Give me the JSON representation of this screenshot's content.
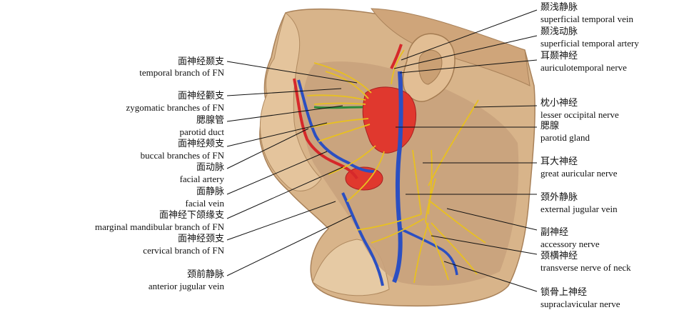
{
  "labels_left": [
    {
      "id": "temporal-branch",
      "zh": "面神经颞支",
      "en": "temporal branch of  FN"
    },
    {
      "id": "zygomatic-branches",
      "zh": "面神经颧支",
      "en": "zygomatic branches of FN"
    },
    {
      "id": "parotid-duct",
      "zh": "腮腺管",
      "en": "parotid duct"
    },
    {
      "id": "buccal-branches",
      "zh": "面神经颊支",
      "en": "buccal branches of FN"
    },
    {
      "id": "facial-artery",
      "zh": "面动脉",
      "en": "facial artery"
    },
    {
      "id": "facial-vein",
      "zh": "面静脉",
      "en": "facial vein"
    },
    {
      "id": "marginal-mandibular-branch",
      "zh": "面神经下颌缘支",
      "en": "marginal mandibular branch of FN"
    },
    {
      "id": "cervical-branch",
      "zh": "面神经颈支",
      "en": "cervical branch of FN"
    },
    {
      "id": "anterior-jugular-vein",
      "zh": "颈前静脉",
      "en": "anterior jugular vein"
    }
  ],
  "labels_right": [
    {
      "id": "superficial-temporal-vein",
      "zh": "颞浅静脉",
      "en": "superficial temporal vein"
    },
    {
      "id": "superficial-temporal-artery",
      "zh": "颞浅动脉",
      "en": "superficial temporal artery"
    },
    {
      "id": "auriculotemporal-nerve",
      "zh": "耳颞神经",
      "en": "auriculotemporal nerve"
    },
    {
      "id": "lesser-occipital-nerve",
      "zh": "枕小神经",
      "en": "lesser occipital nerve"
    },
    {
      "id": "parotid-gland",
      "zh": "腮腺",
      "en": "parotid gland"
    },
    {
      "id": "great-auricular-nerve",
      "zh": "耳大神经",
      "en": "great auricular nerve"
    },
    {
      "id": "external-jugular-vein",
      "zh": "颈外静脉",
      "en": "external jugular vein"
    },
    {
      "id": "accessory-nerve",
      "zh": "副神经",
      "en": "accessory nerve"
    },
    {
      "id": "transverse-nerve-of-neck",
      "zh": "颈横神经",
      "en": "transverse nerve of neck"
    },
    {
      "id": "supraclavicular-nerve",
      "zh": "锁骨上神经",
      "en": "supraclavicular nerve"
    }
  ],
  "colors": {
    "skin": "#d8b48a",
    "skin_dark": "#b88f63",
    "muscle": "#c9a27c",
    "gland": "#e0382e",
    "artery": "#d6282a",
    "vein": "#2b4fc2",
    "nerve": "#e8c020",
    "duct": "#2f8a3a",
    "background": "#ffffff",
    "text": "#111111"
  }
}
